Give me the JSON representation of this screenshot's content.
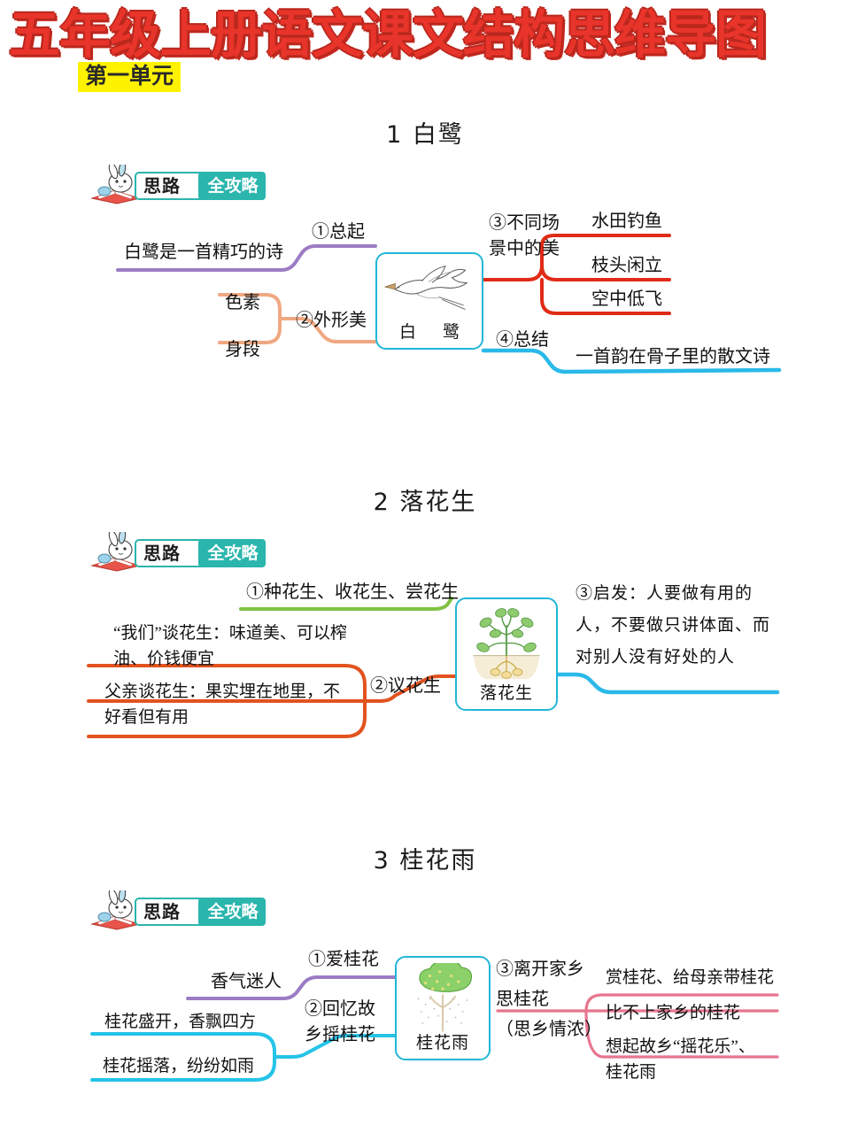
{
  "header": {
    "main_title": "五年级上册语文课文结构思维导图",
    "unit_badge": "第一单元"
  },
  "badge": {
    "label_left": "思路",
    "label_right": "全攻略",
    "icon": "rabbit-reading-book-icon"
  },
  "colors": {
    "title_red": "#e8342a",
    "unit_highlight": "#fff200",
    "badge_teal": "#2ab5ad",
    "box_border_cyan": "#22b6d8",
    "purple": "#9b7cc4",
    "peach": "#f0a882",
    "red": "#e02b16",
    "blue": "#2ab9e8",
    "green": "#7fc242",
    "orange": "#e2531f",
    "cyan": "#25c3e8",
    "pink": "#e8758f"
  },
  "sections": [
    {
      "title": "1 白鹭",
      "center": {
        "caption": "白 鹭",
        "art": "flying-egret-illustration"
      },
      "left_branches": [
        {
          "label": "①总起",
          "color": "#9b7cc4",
          "items": [
            "白鹭是一首精巧的诗"
          ]
        },
        {
          "label": "②外形美",
          "color": "#f0a882",
          "items": [
            "色素",
            "身段"
          ]
        }
      ],
      "right_branches": [
        {
          "label": "③不同场\n景中的美",
          "color": "#e02b16",
          "items": [
            "水田钓鱼",
            "枝头闲立",
            "空中低飞"
          ]
        },
        {
          "label": "④总结",
          "color": "#2ab9e8",
          "items": [
            "一首韵在骨子里的散文诗"
          ]
        }
      ]
    },
    {
      "title": "2 落花生",
      "center": {
        "caption": "落花生",
        "art": "peanut-plant-illustration"
      },
      "left_branches": [
        {
          "label": "①种花生、收花生、尝花生",
          "color": "#7fc242",
          "items": []
        },
        {
          "label": "②议花生",
          "color": "#e2531f",
          "items": [
            "“我们”谈花生：味道美、可以榨\n油、价钱便宜",
            "父亲谈花生：果实埋在地里，不\n好看但有用"
          ]
        }
      ],
      "right_branches": [
        {
          "label": "③启发：人要做有用的\n人，不要做只讲体面、而\n对别人没有好处的人",
          "color": "#2ab9e8",
          "items": []
        }
      ]
    },
    {
      "title": "3 桂花雨",
      "center": {
        "caption": "桂花雨",
        "art": "osmanthus-tree-illustration"
      },
      "left_branches": [
        {
          "label": "①爱桂花",
          "color": "#9b7cc4",
          "items": [
            "香气迷人"
          ]
        },
        {
          "label": "②回忆故\n乡摇桂花",
          "color": "#25c3e8",
          "items": [
            "桂花盛开，香飘四方",
            "桂花摇落，纷纷如雨"
          ]
        }
      ],
      "right_branches": [
        {
          "label": "③离开家乡\n思桂花\n（思乡情浓）",
          "color": "#e8758f",
          "items": [
            "赏桂花、给母亲带桂花",
            "比不上家乡的桂花",
            "想起故乡“摇花乐”、\n桂花雨"
          ]
        }
      ]
    }
  ]
}
